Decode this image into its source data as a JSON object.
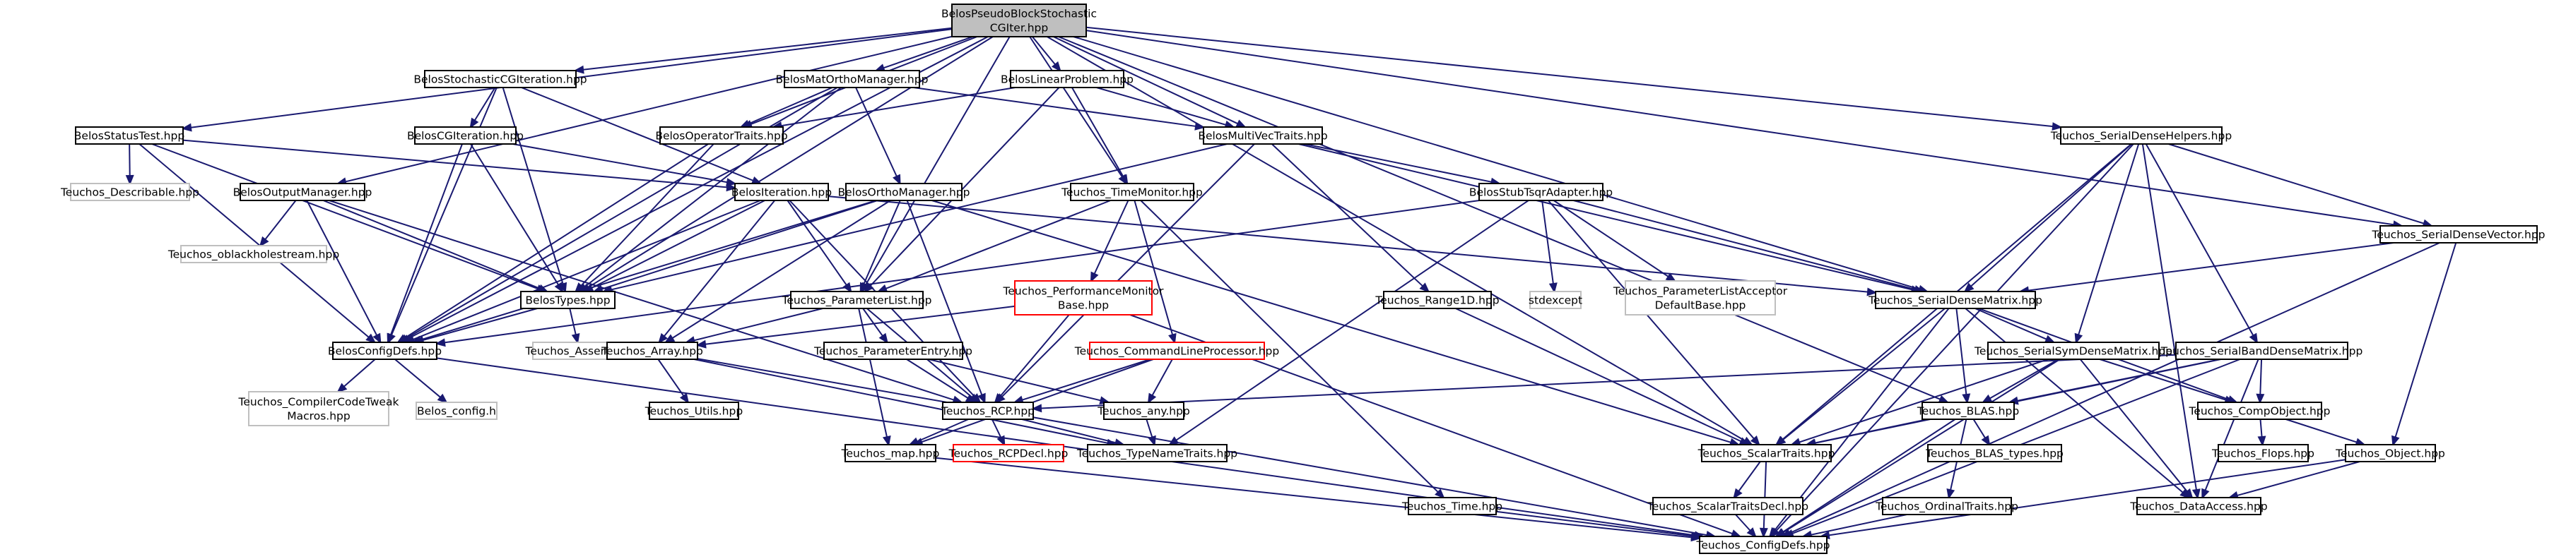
{
  "colors": {
    "edge": "#191970",
    "root_fill": "#bfbfbf",
    "gray_border": "#bfbfbf",
    "red_border": "#ff0000"
  },
  "nodes": {
    "root": {
      "lines": [
        "BelosPseudoBlockStochastic",
        "CGIter.hpp"
      ],
      "style": "root"
    },
    "stochIter": {
      "lines": [
        "BelosStochasticCGIteration.hpp"
      ],
      "style": "normal"
    },
    "matOrtho": {
      "lines": [
        "BelosMatOrthoManager.hpp"
      ],
      "style": "normal"
    },
    "linProb": {
      "lines": [
        "BelosLinearProblem.hpp"
      ],
      "style": "normal"
    },
    "sdHelpers": {
      "lines": [
        "Teuchos_SerialDenseHelpers.hpp"
      ],
      "style": "normal"
    },
    "statusTest": {
      "lines": [
        "BelosStatusTest.hpp"
      ],
      "style": "normal"
    },
    "cgIter": {
      "lines": [
        "BelosCGIteration.hpp"
      ],
      "style": "normal"
    },
    "opTraits": {
      "lines": [
        "BelosOperatorTraits.hpp"
      ],
      "style": "normal"
    },
    "mvTraits": {
      "lines": [
        "BelosMultiVecTraits.hpp"
      ],
      "style": "normal"
    },
    "describable": {
      "lines": [
        "Teuchos_Describable.hpp"
      ],
      "style": "gray"
    },
    "outMgr": {
      "lines": [
        "BelosOutputManager.hpp"
      ],
      "style": "normal"
    },
    "iteration": {
      "lines": [
        "BelosIteration.hpp"
      ],
      "style": "normal"
    },
    "orthoMgr": {
      "lines": [
        "BelosOrthoManager.hpp"
      ],
      "style": "normal"
    },
    "timeMon": {
      "lines": [
        "Teuchos_TimeMonitor.hpp"
      ],
      "style": "normal"
    },
    "stubTsqr": {
      "lines": [
        "BelosStubTsqrAdapter.hpp"
      ],
      "style": "normal"
    },
    "sdVector": {
      "lines": [
        "Teuchos_SerialDenseVector.hpp"
      ],
      "style": "normal"
    },
    "oblackhole": {
      "lines": [
        "Teuchos_oblackholestream.hpp"
      ],
      "style": "gray"
    },
    "types": {
      "lines": [
        "BelosTypes.hpp"
      ],
      "style": "normal"
    },
    "paramList": {
      "lines": [
        "Teuchos_ParameterList.hpp"
      ],
      "style": "normal"
    },
    "perfMon": {
      "lines": [
        "Teuchos_PerformanceMonitor",
        "Base.hpp"
      ],
      "style": "red"
    },
    "range1d": {
      "lines": [
        "Teuchos_Range1D.hpp"
      ],
      "style": "normal"
    },
    "stdexcept": {
      "lines": [
        "stdexcept"
      ],
      "style": "gray"
    },
    "plAcceptor": {
      "lines": [
        "Teuchos_ParameterListAcceptor",
        "DefaultBase.hpp"
      ],
      "style": "gray"
    },
    "sdMatrix": {
      "lines": [
        "Teuchos_SerialDenseMatrix.hpp"
      ],
      "style": "normal"
    },
    "configDefs": {
      "lines": [
        "BelosConfigDefs.hpp"
      ],
      "style": "normal"
    },
    "assert": {
      "lines": [
        "Teuchos_Assert.hpp"
      ],
      "style": "gray"
    },
    "array": {
      "lines": [
        "Teuchos_Array.hpp"
      ],
      "style": "normal"
    },
    "paramEntry": {
      "lines": [
        "Teuchos_ParameterEntry.hpp"
      ],
      "style": "normal"
    },
    "cmdLine": {
      "lines": [
        "Teuchos_CommandLineProcessor.hpp"
      ],
      "style": "red"
    },
    "symDense": {
      "lines": [
        "Teuchos_SerialSymDenseMatrix.hpp"
      ],
      "style": "normal"
    },
    "bandDense": {
      "lines": [
        "Teuchos_SerialBandDenseMatrix.hpp"
      ],
      "style": "normal"
    },
    "compilerCode": {
      "lines": [
        "Teuchos_CompilerCodeTweak",
        "Macros.hpp"
      ],
      "style": "gray"
    },
    "belosConfig": {
      "lines": [
        "Belos_config.h"
      ],
      "style": "gray"
    },
    "utils": {
      "lines": [
        "Teuchos_Utils.hpp"
      ],
      "style": "normal"
    },
    "rcp": {
      "lines": [
        "Teuchos_RCP.hpp"
      ],
      "style": "normal"
    },
    "any": {
      "lines": [
        "Teuchos_any.hpp"
      ],
      "style": "normal"
    },
    "blas": {
      "lines": [
        "Teuchos_BLAS.hpp"
      ],
      "style": "normal"
    },
    "compObj": {
      "lines": [
        "Teuchos_CompObject.hpp"
      ],
      "style": "normal"
    },
    "map": {
      "lines": [
        "Teuchos_map.hpp"
      ],
      "style": "normal"
    },
    "rcpDecl": {
      "lines": [
        "Teuchos_RCPDecl.hpp"
      ],
      "style": "red"
    },
    "typeName": {
      "lines": [
        "Teuchos_TypeNameTraits.hpp"
      ],
      "style": "normal"
    },
    "scalarTraits": {
      "lines": [
        "Teuchos_ScalarTraits.hpp"
      ],
      "style": "normal"
    },
    "blasTypes": {
      "lines": [
        "Teuchos_BLAS_types.hpp"
      ],
      "style": "normal"
    },
    "flops": {
      "lines": [
        "Teuchos_Flops.hpp"
      ],
      "style": "normal"
    },
    "object": {
      "lines": [
        "Teuchos_Object.hpp"
      ],
      "style": "normal"
    },
    "time": {
      "lines": [
        "Teuchos_Time.hpp"
      ],
      "style": "normal"
    },
    "scalarTraitsDecl": {
      "lines": [
        "Teuchos_ScalarTraitsDecl.hpp"
      ],
      "style": "normal"
    },
    "ordinalTraits": {
      "lines": [
        "Teuchos_OrdinalTraits.hpp"
      ],
      "style": "normal"
    },
    "dataAccess": {
      "lines": [
        "Teuchos_DataAccess.hpp"
      ],
      "style": "normal"
    },
    "configDefsT": {
      "lines": [
        "Teuchos_ConfigDefs.hpp"
      ],
      "style": "normal"
    }
  },
  "edges": [
    [
      "root",
      "stochIter"
    ],
    [
      "root",
      "matOrtho"
    ],
    [
      "root",
      "linProb"
    ],
    [
      "root",
      "sdHelpers"
    ],
    [
      "root",
      "statusTest"
    ],
    [
      "root",
      "opTraits"
    ],
    [
      "root",
      "mvTraits"
    ],
    [
      "root",
      "outMgr"
    ],
    [
      "root",
      "types"
    ],
    [
      "root",
      "paramList"
    ],
    [
      "root",
      "timeMon"
    ],
    [
      "root",
      "sdMatrix"
    ],
    [
      "root",
      "sdVector"
    ],
    [
      "root",
      "configDefs"
    ],
    [
      "root",
      "scalarTraits"
    ],
    [
      "root",
      "blas"
    ],
    [
      "stochIter",
      "cgIter"
    ],
    [
      "stochIter",
      "iteration"
    ],
    [
      "stochIter",
      "types"
    ],
    [
      "stochIter",
      "configDefs"
    ],
    [
      "matOrtho",
      "opTraits"
    ],
    [
      "matOrtho",
      "mvTraits"
    ],
    [
      "matOrtho",
      "orthoMgr"
    ],
    [
      "matOrtho",
      "types"
    ],
    [
      "matOrtho",
      "configDefs"
    ],
    [
      "linProb",
      "mvTraits"
    ],
    [
      "linProb",
      "opTraits"
    ],
    [
      "linProb",
      "timeMon"
    ],
    [
      "linProb",
      "paramList"
    ],
    [
      "sdHelpers",
      "sdMatrix"
    ],
    [
      "sdHelpers",
      "sdVector"
    ],
    [
      "sdHelpers",
      "symDense"
    ],
    [
      "sdHelpers",
      "bandDense"
    ],
    [
      "sdHelpers",
      "scalarTraits"
    ],
    [
      "sdHelpers",
      "dataAccess"
    ],
    [
      "sdHelpers",
      "configDefsT"
    ],
    [
      "statusTest",
      "describable"
    ],
    [
      "statusTest",
      "types"
    ],
    [
      "statusTest",
      "iteration"
    ],
    [
      "statusTest",
      "configDefs"
    ],
    [
      "cgIter",
      "iteration"
    ],
    [
      "cgIter",
      "types"
    ],
    [
      "cgIter",
      "configDefs"
    ],
    [
      "opTraits",
      "types"
    ],
    [
      "opTraits",
      "configDefs"
    ],
    [
      "mvTraits",
      "types"
    ],
    [
      "mvTraits",
      "stubTsqr"
    ],
    [
      "mvTraits",
      "range1d"
    ],
    [
      "mvTraits",
      "sdMatrix"
    ],
    [
      "mvTraits",
      "rcp"
    ],
    [
      "outMgr",
      "oblackhole"
    ],
    [
      "outMgr",
      "types"
    ],
    [
      "outMgr",
      "configDefs"
    ],
    [
      "outMgr",
      "rcp"
    ],
    [
      "iteration",
      "types"
    ],
    [
      "iteration",
      "paramList"
    ],
    [
      "iteration",
      "array"
    ],
    [
      "iteration",
      "configDefs"
    ],
    [
      "iteration",
      "sdMatrix"
    ],
    [
      "iteration",
      "rcp"
    ],
    [
      "orthoMgr",
      "types"
    ],
    [
      "orthoMgr",
      "paramList"
    ],
    [
      "orthoMgr",
      "array"
    ],
    [
      "orthoMgr",
      "configDefs"
    ],
    [
      "orthoMgr",
      "rcp"
    ],
    [
      "orthoMgr",
      "scalarTraits"
    ],
    [
      "timeMon",
      "perfMon"
    ],
    [
      "timeMon",
      "cmdLine"
    ],
    [
      "timeMon",
      "time"
    ],
    [
      "timeMon",
      "paramList"
    ],
    [
      "stubTsqr",
      "stdexcept"
    ],
    [
      "stubTsqr",
      "plAcceptor"
    ],
    [
      "stubTsqr",
      "sdMatrix"
    ],
    [
      "stubTsqr",
      "configDefs"
    ],
    [
      "stubTsqr",
      "scalarTraits"
    ],
    [
      "stubTsqr",
      "typeName"
    ],
    [
      "sdVector",
      "sdMatrix"
    ],
    [
      "sdVector",
      "object"
    ],
    [
      "sdVector",
      "configDefsT"
    ],
    [
      "types",
      "assert"
    ],
    [
      "types",
      "configDefs"
    ],
    [
      "paramList",
      "paramEntry"
    ],
    [
      "paramList",
      "rcp"
    ],
    [
      "paramList",
      "map"
    ],
    [
      "paramList",
      "array"
    ],
    [
      "perfMon",
      "array"
    ],
    [
      "perfMon",
      "rcp"
    ],
    [
      "perfMon",
      "configDefsT"
    ],
    [
      "range1d",
      "scalarTraits"
    ],
    [
      "sdMatrix",
      "symDense"
    ],
    [
      "sdMatrix",
      "blas"
    ],
    [
      "sdMatrix",
      "compObj"
    ],
    [
      "sdMatrix",
      "scalarTraits"
    ],
    [
      "sdMatrix",
      "dataAccess"
    ],
    [
      "sdMatrix",
      "configDefsT"
    ],
    [
      "configDefs",
      "compilerCode"
    ],
    [
      "configDefs",
      "belosConfig"
    ],
    [
      "configDefs",
      "configDefsT"
    ],
    [
      "array",
      "utils"
    ],
    [
      "array",
      "typeName"
    ],
    [
      "array",
      "configDefsT"
    ],
    [
      "paramEntry",
      "rcp"
    ],
    [
      "paramEntry",
      "any"
    ],
    [
      "cmdLine",
      "rcp"
    ],
    [
      "cmdLine",
      "any"
    ],
    [
      "cmdLine",
      "map"
    ],
    [
      "symDense",
      "blas"
    ],
    [
      "symDense",
      "compObj"
    ],
    [
      "symDense",
      "scalarTraits"
    ],
    [
      "symDense",
      "dataAccess"
    ],
    [
      "symDense",
      "configDefsT"
    ],
    [
      "bandDense",
      "blas"
    ],
    [
      "bandDense",
      "compObj"
    ],
    [
      "bandDense",
      "scalarTraits"
    ],
    [
      "bandDense",
      "dataAccess"
    ],
    [
      "bandDense",
      "configDefsT"
    ],
    [
      "bandDense",
      "rcp"
    ],
    [
      "rcp",
      "map"
    ],
    [
      "rcp",
      "rcpDecl"
    ],
    [
      "rcp",
      "typeName"
    ],
    [
      "any",
      "typeName"
    ],
    [
      "blas",
      "blasTypes"
    ],
    [
      "blas",
      "ordinalTraits"
    ],
    [
      "blas",
      "scalarTraits"
    ],
    [
      "blas",
      "configDefsT"
    ],
    [
      "compObj",
      "flops"
    ],
    [
      "compObj",
      "object"
    ],
    [
      "map",
      "configDefsT"
    ],
    [
      "scalarTraits",
      "scalarTraitsDecl"
    ],
    [
      "scalarTraits",
      "configDefsT"
    ],
    [
      "object",
      "dataAccess"
    ],
    [
      "object",
      "configDefsT"
    ],
    [
      "time",
      "configDefsT"
    ],
    [
      "scalarTraitsDecl",
      "configDefsT"
    ],
    [
      "ordinalTraits",
      "configDefsT"
    ]
  ]
}
